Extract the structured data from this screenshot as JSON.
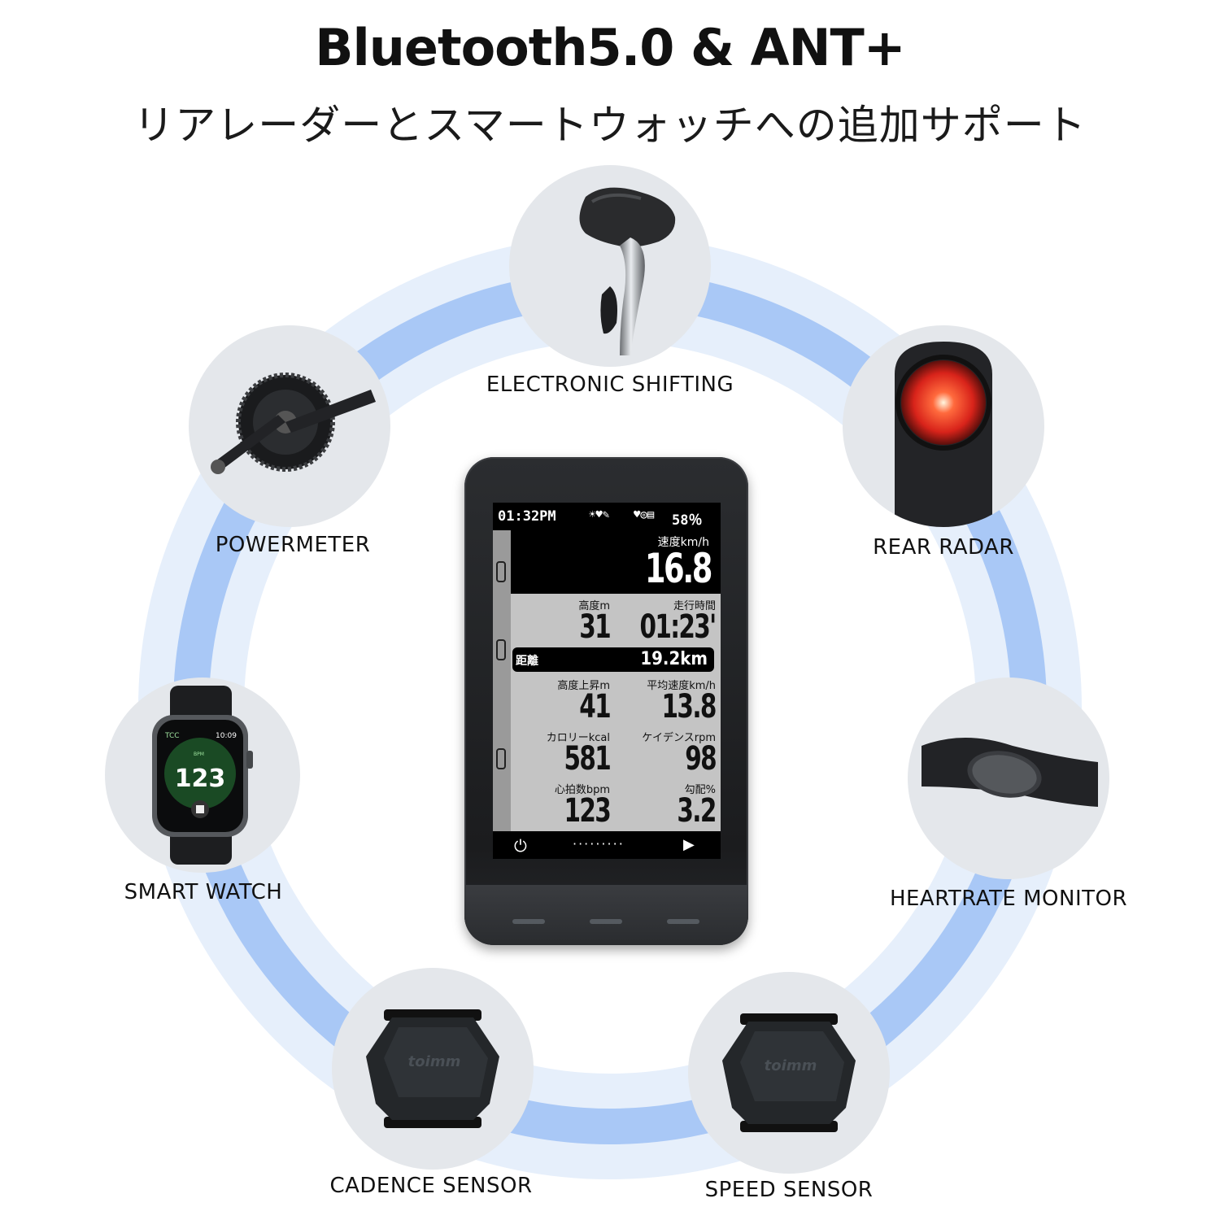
{
  "header": {
    "title": "Bluetooth5.0 & ANT+",
    "subtitle": "リアレーダーとスマートウォッチへの追加サポート"
  },
  "colors": {
    "ring_inner": "#a9c8f6",
    "ring_outer": "#e6effb",
    "accessory_bg": "#e4e7eb",
    "radar_light": "#ff3b2f"
  },
  "accessories": [
    {
      "label": "ELECTRONIC SHIFTING",
      "icon": "shifter-lever-icon"
    },
    {
      "label": "POWERMETER",
      "icon": "crankset-icon"
    },
    {
      "label": "REAR RADAR",
      "icon": "rear-radar-icon"
    },
    {
      "label": "SMART WATCH",
      "icon": "smartwatch-icon"
    },
    {
      "label": "HEARTRATE MONITOR",
      "icon": "chest-strap-icon"
    },
    {
      "label": "CADENCE SENSOR",
      "icon": "cadence-sensor-icon"
    },
    {
      "label": "SPEED SENSOR",
      "icon": "speed-sensor-icon"
    }
  ],
  "watch": {
    "app": "TCC",
    "time": "10:09",
    "unit": "BPM",
    "value": "123"
  },
  "sensor_brand": "toimm",
  "device": {
    "status": {
      "time": "01:32PM",
      "icons_left": "☀♥✎",
      "icons_right": "♥◎▤",
      "battery": "58％"
    },
    "speed": {
      "label": "速度km/h",
      "value": "16.8"
    },
    "altitude": {
      "label": "高度m",
      "value": "31"
    },
    "ride_time": {
      "label": "走行時間",
      "value": "01:23'"
    },
    "distance": {
      "label": "距離",
      "value": "19.2km"
    },
    "elevation_gain": {
      "label": "高度上昇m",
      "value": "41"
    },
    "avg_speed": {
      "label": "平均速度km/h",
      "value": "13.8"
    },
    "calories": {
      "label": "カロリーkcal",
      "value": "581"
    },
    "cadence": {
      "label": "ケイデンスrpm",
      "value": "98"
    },
    "heart_rate": {
      "label": "心拍数bpm",
      "value": "123"
    },
    "grade": {
      "label": "勾配%",
      "value": "3.2"
    },
    "bottom": {
      "power": "⏻",
      "dots": "·········",
      "play": "▶"
    }
  }
}
